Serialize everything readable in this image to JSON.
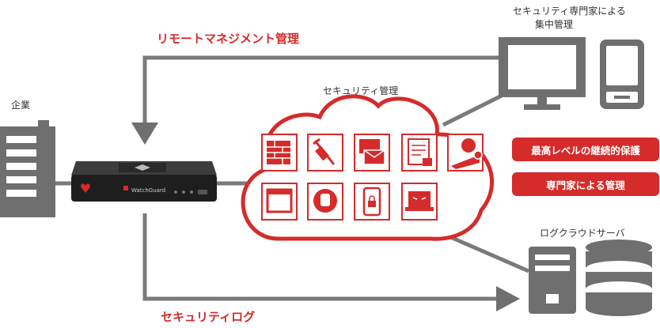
{
  "labels": {
    "remote_management": "リモートマネジメント管理",
    "security_log": "セキュリティログ",
    "security_management": "セキュリティ管理",
    "enterprise": "企業",
    "expert_line1": "セキュリティ専門家による",
    "expert_line2": "集中管理",
    "cloud_server": "ログクラウドサーバ",
    "device_brand": "WatchGuard"
  },
  "badges": {
    "highest_level": "最高レベルの継続的保護",
    "expert_management": "専門家による管理"
  },
  "colors": {
    "accent": "#d52b2b",
    "gray": "#6f6f6f",
    "line": "#7a7a7a"
  },
  "icons": [
    "firewall-icon",
    "injection-icon",
    "email-threat-icon",
    "document-lock-icon",
    "phishing-icon",
    "web-window-icon",
    "block-hand-icon",
    "mobile-lock-icon",
    "laptop-threat-icon"
  ]
}
